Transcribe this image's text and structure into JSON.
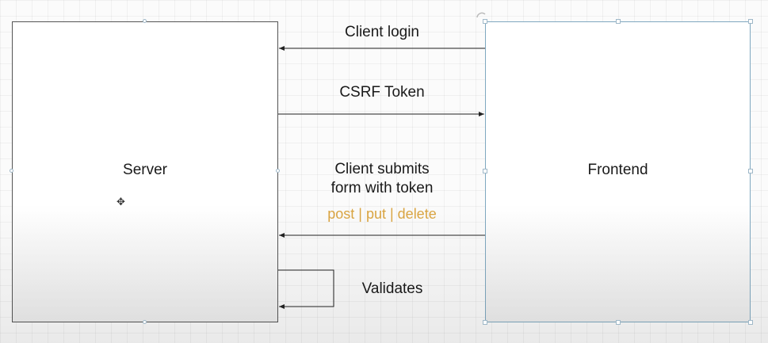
{
  "diagram": {
    "nodes": {
      "server": {
        "label": "Server"
      },
      "frontend": {
        "label": "Frontend"
      }
    },
    "edges": {
      "client_login": {
        "label": "Client login",
        "from": "frontend",
        "to": "server"
      },
      "csrf_token": {
        "label": "CSRF Token",
        "from": "server",
        "to": "frontend"
      },
      "submit": {
        "label_line1": "Client submits",
        "label_line2": "form with token",
        "methods": "post | put | delete",
        "from": "frontend",
        "to": "server"
      },
      "validates": {
        "label": "Validates",
        "from": "server",
        "to": "server"
      }
    },
    "colors": {
      "methods_text": "#d9a441",
      "frontend_border": "#7fa8c0",
      "server_border": "#555555"
    },
    "icons": {
      "cursor": "move-cursor-icon"
    }
  }
}
